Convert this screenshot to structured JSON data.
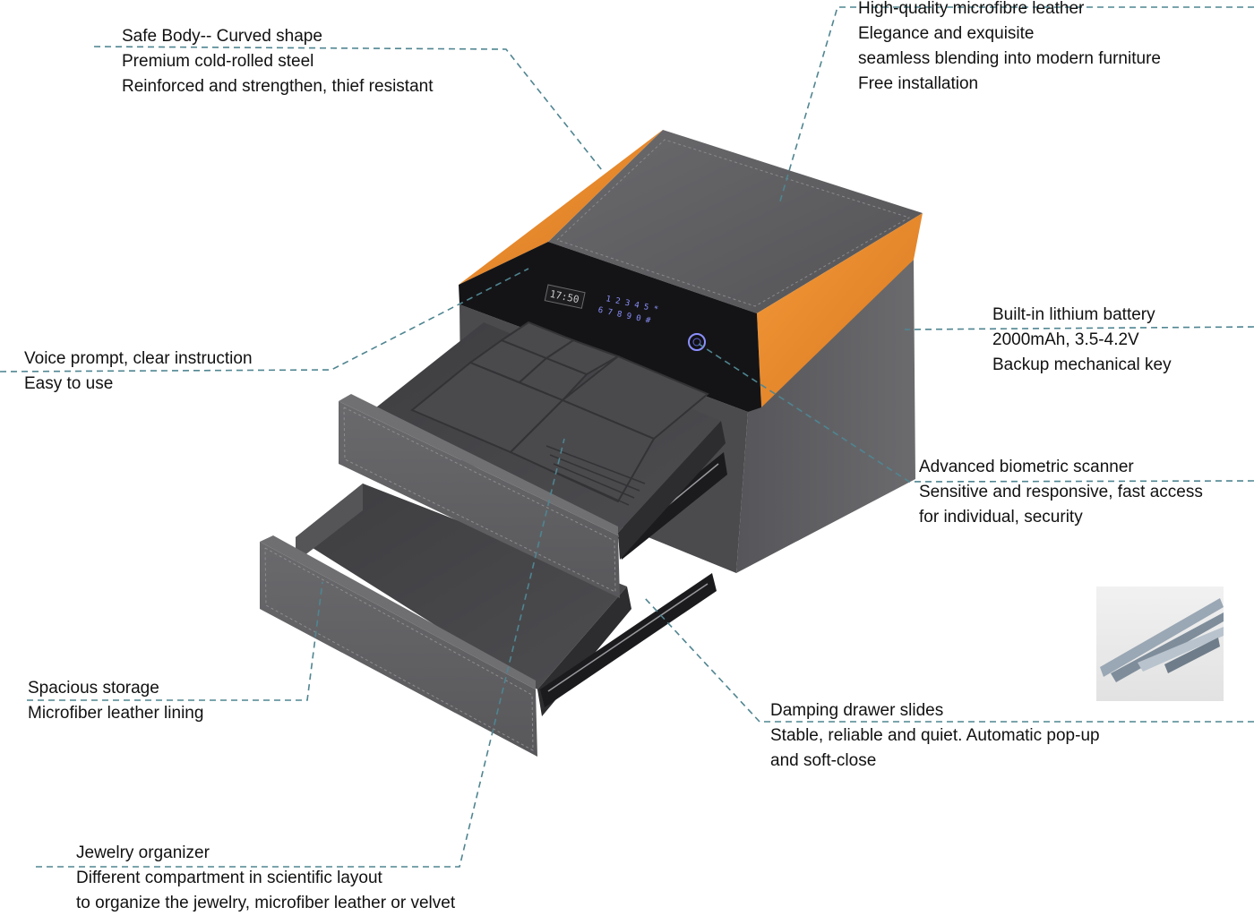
{
  "callouts": {
    "safe_body": {
      "lines": [
        "Safe Body-- Curved shape",
        "Premium cold-rolled steel",
        "Reinforced and strengthen, thief resistant"
      ]
    },
    "leather": {
      "lines": [
        "High-quality microfibre leather",
        "Elegance and exquisite",
        "seamless blending into modern furniture",
        "Free installation"
      ]
    },
    "battery": {
      "lines": [
        "Built-in lithium battery",
        "2000mAh, 3.5-4.2V",
        "Backup mechanical key"
      ]
    },
    "voice": {
      "lines": [
        "Voice prompt, clear instruction",
        "Easy to use"
      ]
    },
    "biometric": {
      "lines": [
        "Advanced biometric scanner",
        "Sensitive and responsive, fast access",
        "for individual, security"
      ]
    },
    "storage": {
      "lines": [
        "Spacious storage",
        "Microfiber leather lining"
      ]
    },
    "slides": {
      "lines": [
        "Damping drawer slides",
        "Stable, reliable and quiet. Automatic pop-up",
        "and soft-close"
      ]
    },
    "jewelry": {
      "lines": [
        "Jewelry organizer",
        "Different compartment in scientific layout",
        "to organize the jewelry, microfiber leather or velvet"
      ]
    }
  },
  "keypad": {
    "display": "17:50",
    "row1": "1 2 3 4 5 *",
    "row2": "6 7 8 9 0 #"
  },
  "colors": {
    "leader": "#4f8591",
    "leather": "#5d5d5f",
    "accent": "#ef8d2f",
    "panel": "#141416",
    "key_glow": "#7f86ff"
  }
}
